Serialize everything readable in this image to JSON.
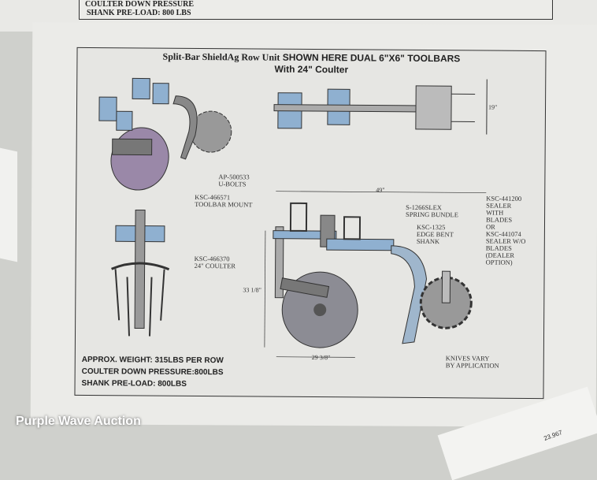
{
  "background_sheet": {
    "lines": [
      "COULTER DOWN PRESSURE",
      "SHANK PRE-LOAD: 800 LBS"
    ]
  },
  "diagram": {
    "title_part1": "Split-Bar ShieldAg Row Unit",
    "title_part2": "SHOWN HERE DUAL 6\"X6\" TOOLBARS",
    "subtitle": "With 24\" Coulter",
    "labels": {
      "ubolts": "AP-500533\nU-BOLTS",
      "toolbar_mount": "KSC-466571\nTOOLBAR MOUNT",
      "coulter": "KSC-466370\n24\" COULTER",
      "spring_bundle": "S-1266SLEX\nSPRING BUNDLE",
      "shank": "KSC-1325\nEDGE BENT\nSHANK",
      "sealer": "KSC-441200\nSEALER\nWITH\nBLADES\nOR\nKSC-441074\nSEALER W/O\nBLADES\n(DEALER\nOPTION)",
      "knives": "KNIVES VARY\nBY APPLICATION"
    },
    "dimensions": {
      "width_top": "19\"",
      "length": "49\"",
      "height": "33 1/8\"",
      "coulter_offset": "29 3/8\""
    },
    "specs": [
      "APPROX. WEIGHT:  315LBS PER ROW",
      "COULTER DOWN PRESSURE:800LBS",
      "SHANK PRE-LOAD: 800LBS"
    ],
    "colors": {
      "steel_blue": "#8fb0d0",
      "gray_disc": "#8c8c94",
      "purple_disc": "#9a88a8"
    }
  },
  "watermark": "Purple Wave Auction",
  "corner_fragment": "23.967"
}
